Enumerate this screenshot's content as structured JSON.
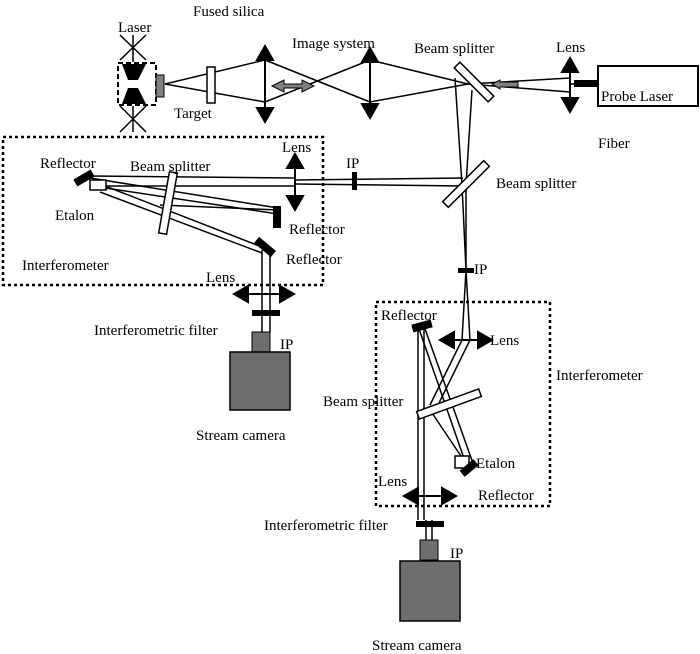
{
  "diagram": {
    "labels": {
      "laser": "Laser",
      "fused_silica": "Fused silica",
      "image_system": "Image system",
      "beam_splitter_top": "Beam splitter",
      "lens_top": "Lens",
      "probe_laser": "Probe Laser",
      "target": "Target",
      "fiber": "Fiber",
      "left_reflector_top": "Reflector",
      "left_beam_splitter": "Beam splitter",
      "left_lens": "Lens",
      "ip_top": "IP",
      "beam_splitter_mid": "Beam splitter",
      "etalon_left": "Etalon",
      "left_reflector_mid": "Reflector",
      "left_reflector_low": "Reflector",
      "interferometer_left": "Interferometer",
      "left_lens_low": "Lens",
      "ip_mid": "IP",
      "interferometric_filter_left": "Interferometric filter",
      "ip_left_camera": "IP",
      "stream_camera_left": "Stream camera",
      "right_reflector_top": "Reflector",
      "right_lens_top": "Lens",
      "interferometer_right": "Interferometer",
      "right_beam_splitter": "Beam splitter",
      "etalon_right": "Etalon",
      "right_lens_low": "Lens",
      "right_reflector_low": "Reflector",
      "interferometric_filter_right": "Interferometric filter",
      "ip_right_camera": "IP",
      "stream_camera_right": "Stream camera"
    },
    "colors": {
      "line": "#000000",
      "camera_fill": "#6e6e6e",
      "arrow_fill": "#808080",
      "background": "#ffffff"
    }
  }
}
